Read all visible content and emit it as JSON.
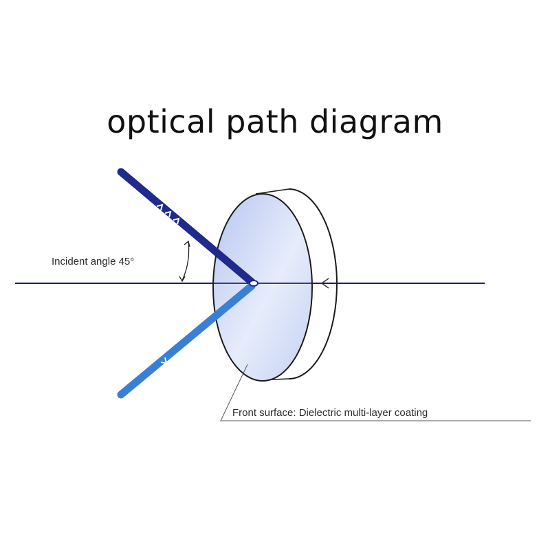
{
  "title": "optical path diagram",
  "labels": {
    "incident_angle": "Incident angle 45°",
    "front_surface": "Front surface: Dielectric multi-layer coating"
  },
  "colors": {
    "incident_beam": "#1f2a8c",
    "reflected_beam": "#3a7fd6",
    "axis_line": "#1a1f6e",
    "lens_face": "#c7d3f3",
    "lens_edge": "#ffffff",
    "lens_outline": "#1a1a1a"
  }
}
